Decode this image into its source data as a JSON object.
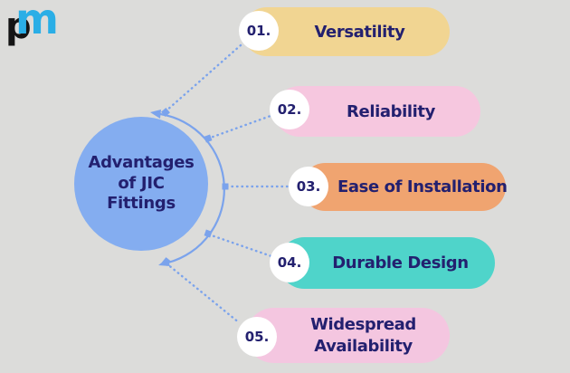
{
  "canvas": {
    "background": "#dcdcda"
  },
  "logo": {
    "letter_p": "p",
    "letter_m": "m",
    "p_color": "#141414",
    "m_color": "#2aaee6"
  },
  "center": {
    "title": "Advantages of JIC Fittings",
    "fill": "#84adf0",
    "text_color": "#23206f"
  },
  "connectors": {
    "color": "#7ba3ec"
  },
  "items": [
    {
      "number": "01.",
      "label": "Versatility",
      "color": "#f1d592"
    },
    {
      "number": "02.",
      "label": "Reliability",
      "color": "#f6c7df"
    },
    {
      "number": "03.",
      "label": "Ease of Installation",
      "color": "#f0a470"
    },
    {
      "number": "04.",
      "label": "Durable Design",
      "color": "#4fd4ca"
    },
    {
      "number": "05.",
      "label": "Widespread Availability",
      "color": "#f4c6e0"
    }
  ]
}
